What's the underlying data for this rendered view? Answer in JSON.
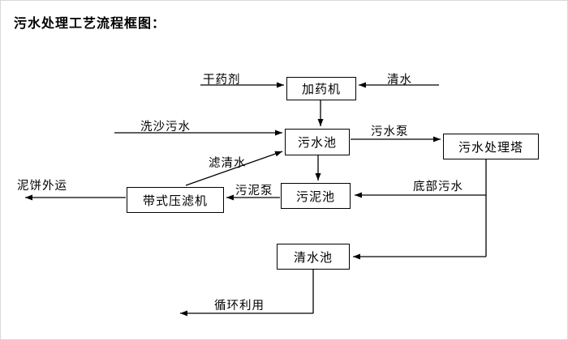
{
  "title": "污水处理工艺流程框图：",
  "nodes": {
    "dosing_machine": {
      "label": "加药机"
    },
    "sewage_pool": {
      "label": "污水池"
    },
    "sewage_treatment_tower": {
      "label": "污水处理塔"
    },
    "sludge_pool": {
      "label": "污泥池"
    },
    "belt_filter_press": {
      "label": "带式压滤机"
    },
    "clear_water_pool": {
      "label": "清水池"
    }
  },
  "edge_labels": {
    "dry_agent": "干药剂",
    "clear_water": "清水",
    "sand_washing_sewage": "洗沙污水",
    "sewage_pump": "污水泵",
    "filtered_water": "滤清水",
    "sludge_pump": "污泥泵",
    "bottom_sewage": "底部污水",
    "mud_cake_out": "泥饼外运",
    "recycling": "循环利用"
  },
  "colors": {
    "background": "#ffffff",
    "line": "#000000",
    "box_border": "#000000",
    "text": "#000000"
  }
}
